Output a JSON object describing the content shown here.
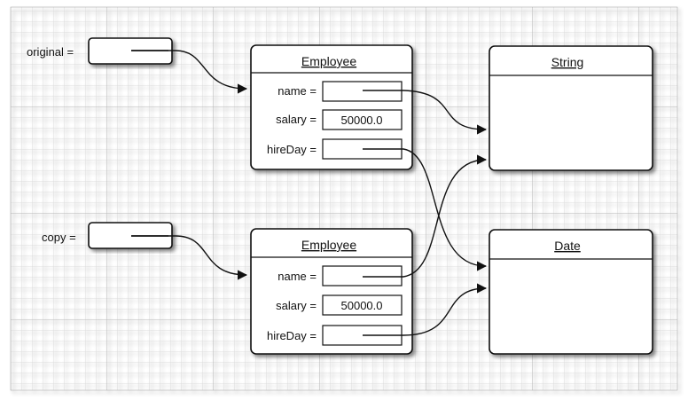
{
  "variables": {
    "original": {
      "label": "original ="
    },
    "copy": {
      "label": "copy ="
    }
  },
  "objects": {
    "employee_original": {
      "title": "Employee",
      "fields": [
        {
          "label": "name =",
          "value": ""
        },
        {
          "label": "salary =",
          "value": "50000.0"
        },
        {
          "label": "hireDay =",
          "value": ""
        }
      ]
    },
    "employee_copy": {
      "title": "Employee",
      "fields": [
        {
          "label": "name =",
          "value": ""
        },
        {
          "label": "salary =",
          "value": "50000.0"
        },
        {
          "label": "hireDay =",
          "value": ""
        }
      ]
    },
    "string_object": {
      "title": "String"
    },
    "date_object": {
      "title": "Date"
    }
  },
  "colors": {
    "grid_fine": "#d6d6d6",
    "grid_major": "#b8b8b8",
    "stroke": "#111111",
    "box_fill": "#ffffff"
  }
}
